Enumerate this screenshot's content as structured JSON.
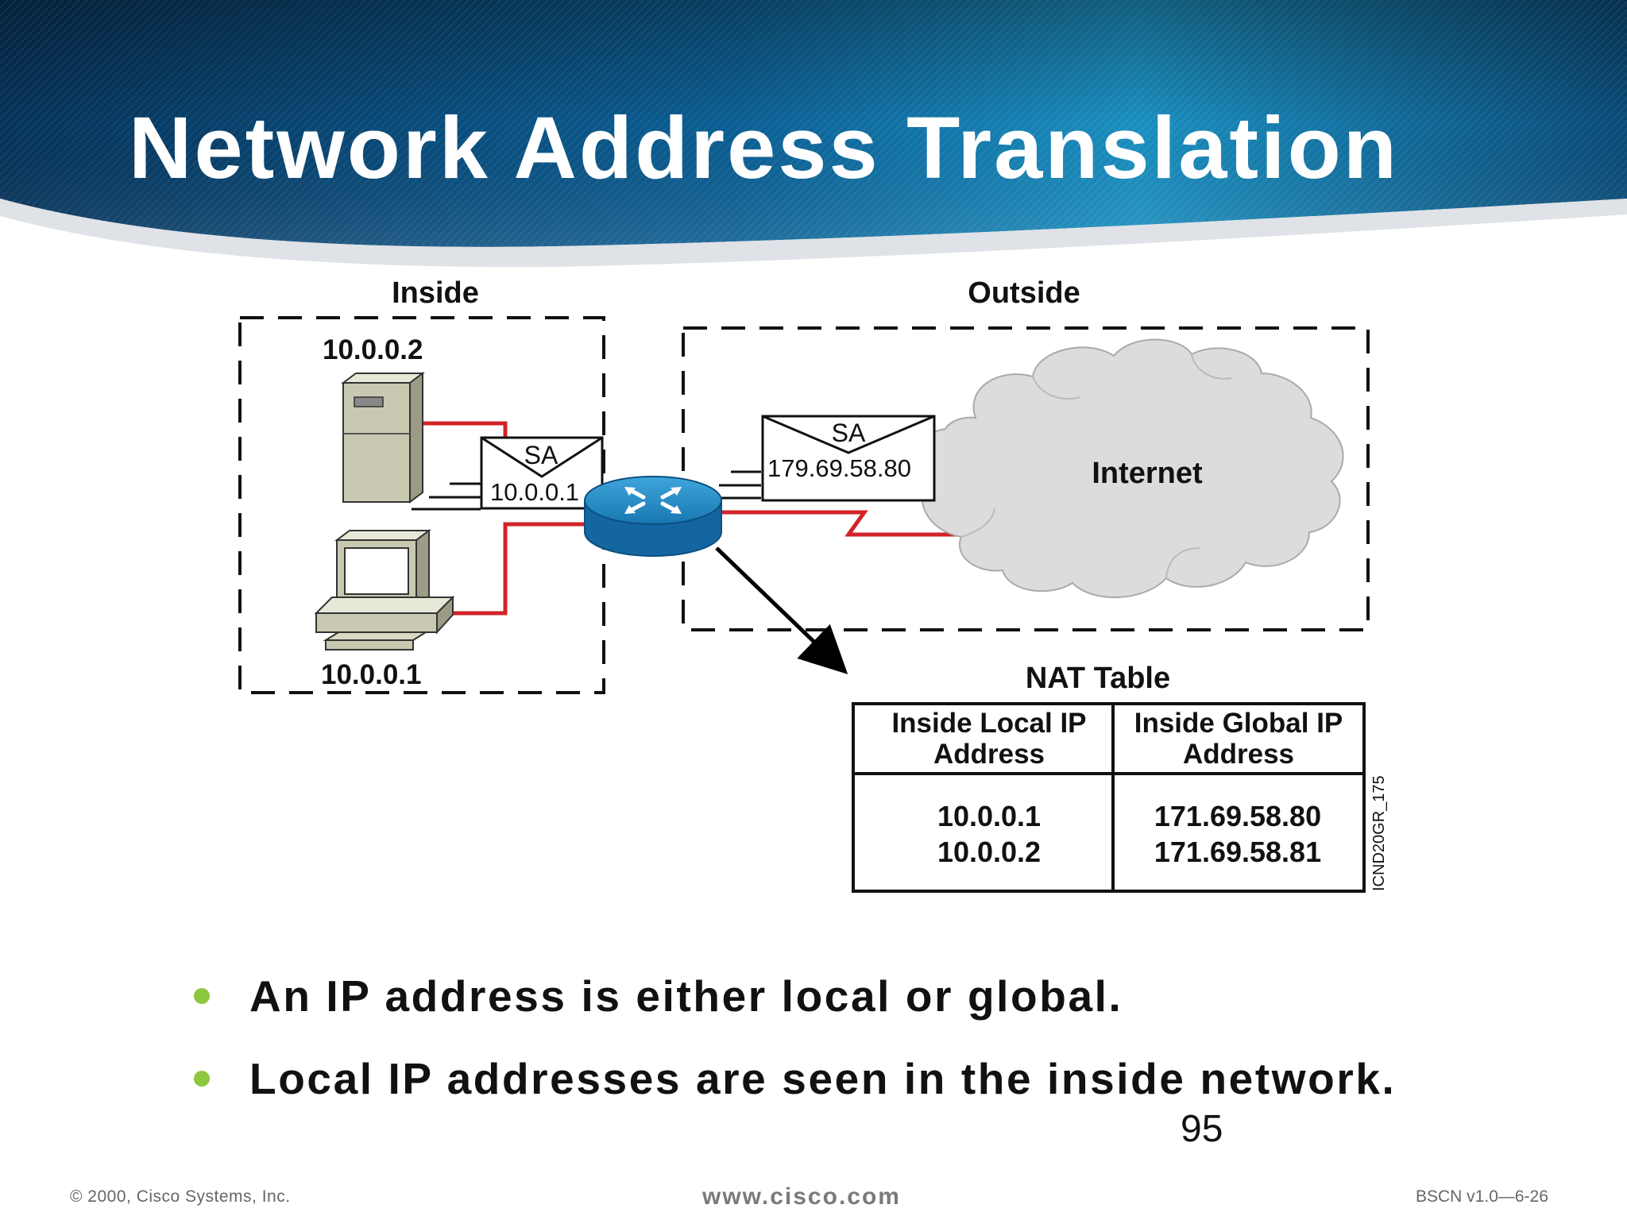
{
  "slide": {
    "title": "Network Address Translation",
    "page_number": "95"
  },
  "diagram": {
    "inside_label": "Inside",
    "outside_label": "Outside",
    "server_ip": "10.0.0.2",
    "pc_ip": "10.0.0.1",
    "inside_packet": {
      "label": "SA",
      "address": "10.0.0.1"
    },
    "outside_packet": {
      "label": "SA",
      "address": "179.69.58.80"
    },
    "cloud_label": "Internet",
    "figure_id": "ICND20GR_175",
    "colors": {
      "link": "#d2232a",
      "router": "#1a7fb5",
      "cloud": "#dcdcdc",
      "banner": "#0b4f7d",
      "bullet": "#8dc63f"
    }
  },
  "nat_table": {
    "title": "NAT Table",
    "headers": [
      [
        "Inside Local IP",
        "Address"
      ],
      [
        "Inside Global IP",
        "Address"
      ]
    ],
    "rows": [
      [
        "10.0.0.1",
        "171.69.58.80"
      ],
      [
        "10.0.0.2",
        "171.69.58.81"
      ]
    ]
  },
  "bullets": [
    "An IP address is either local or global.",
    "Local IP addresses are seen in the inside network."
  ],
  "footer": {
    "left": "© 2000, Cisco Systems, Inc.",
    "center": "www.cisco.com",
    "right": "BSCN v1.0—6-26"
  }
}
